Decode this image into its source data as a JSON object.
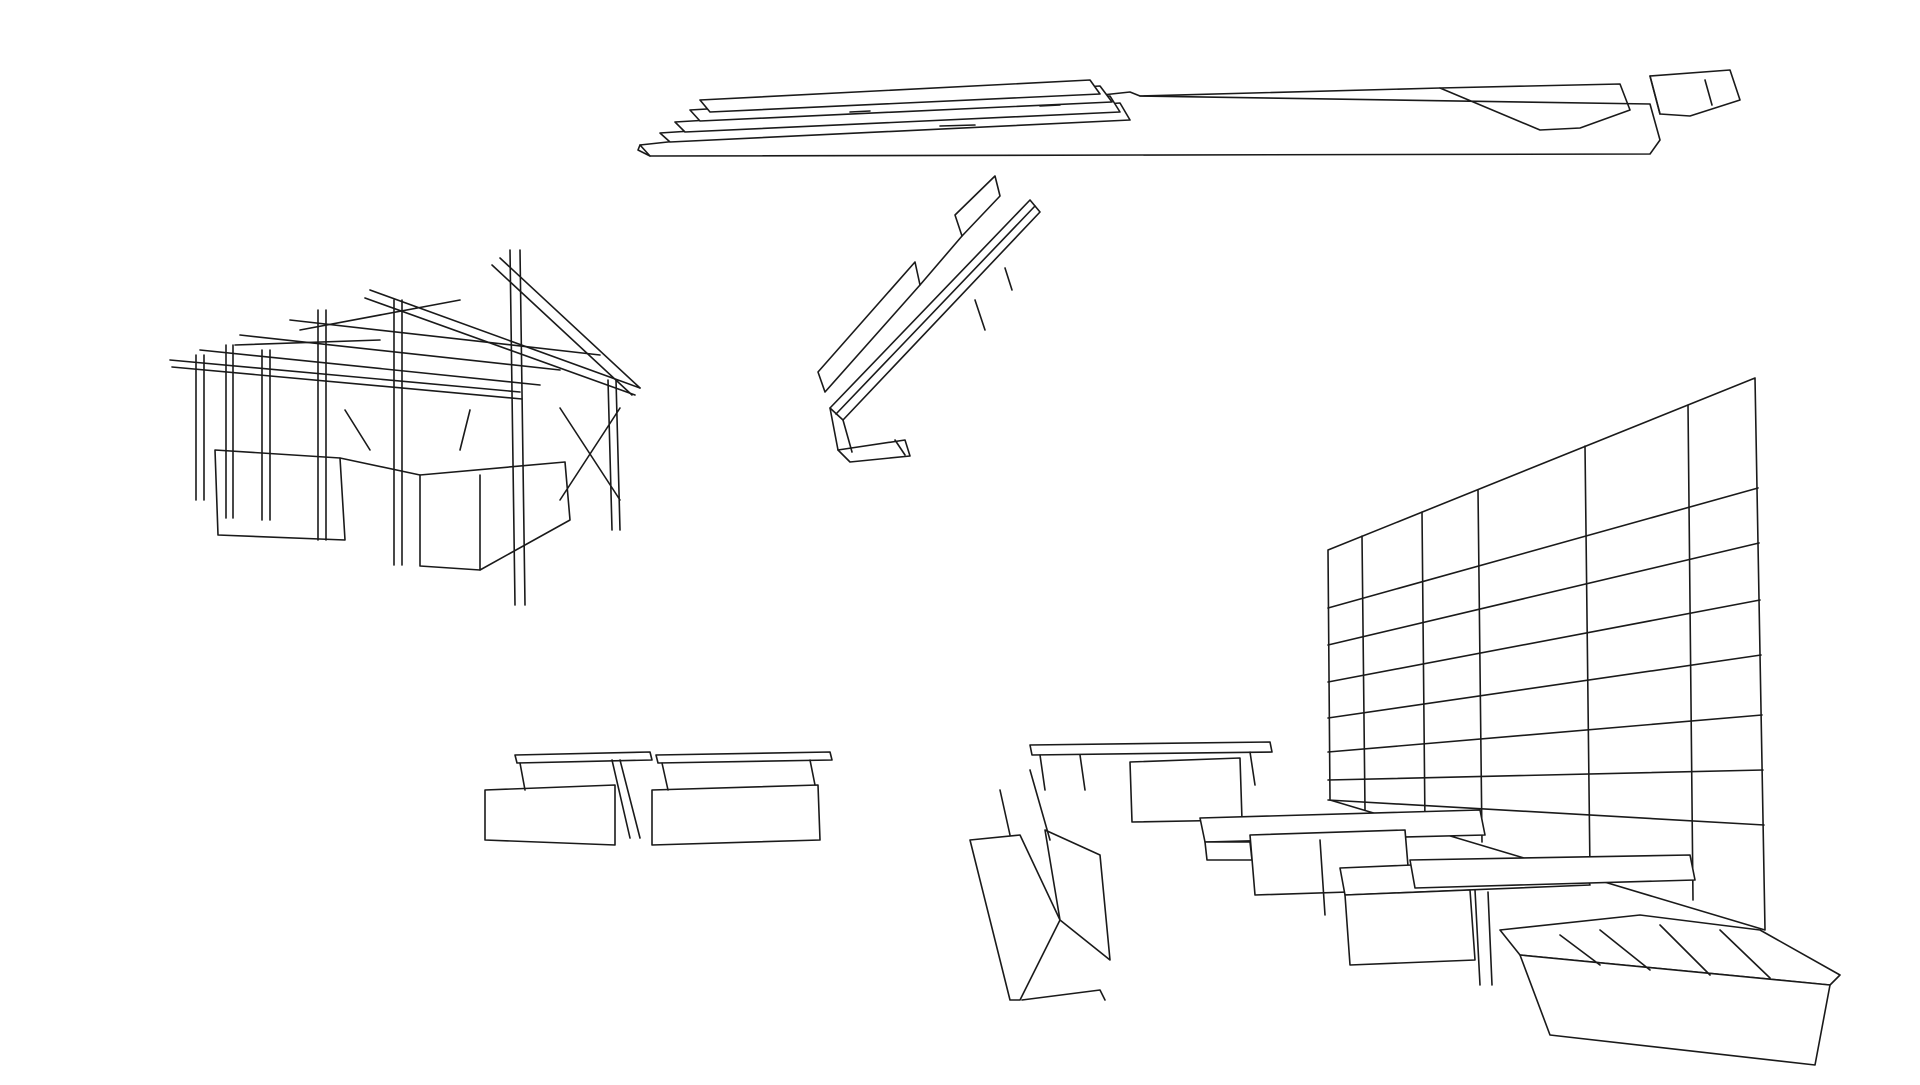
{
  "drawing": {
    "background": "#ffffff",
    "stroke_color": "#1a1a1a",
    "style": "black line-art axonometric sketches on white",
    "components": [
      {
        "id": "long-platform-deck"
      },
      {
        "id": "diagonal-bench-pair"
      },
      {
        "id": "timber-pergola-kiosk"
      },
      {
        "id": "planter-box-benches"
      },
      {
        "id": "tiled-wall-seating-area"
      }
    ]
  }
}
